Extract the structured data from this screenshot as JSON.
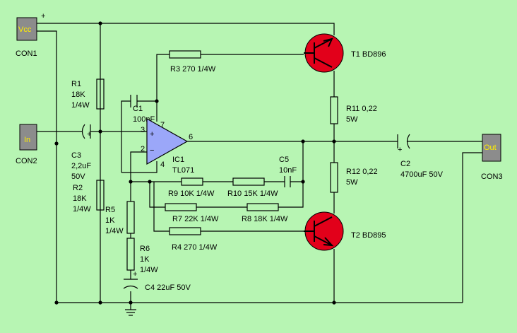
{
  "colors": {
    "background": "#b7f5b3",
    "connector_body": "#8c8c8c",
    "connector_text": "#ffee00",
    "transistor": "#e2001a",
    "opamp": "#9ba7f9"
  },
  "connectors": {
    "con1": {
      "body": "Vcc",
      "label": "CON1",
      "pin_mark": "+"
    },
    "con2": {
      "body": "In",
      "label": "CON2"
    },
    "con3": {
      "body": "Out",
      "label": "CON3"
    }
  },
  "opamp": {
    "name": "IC1",
    "part": "TL071",
    "pin_plus": "3",
    "pin_minus": "2",
    "pin_out": "6",
    "pin_vplus": "7",
    "pin_vminus": "4",
    "sym_plus": "+",
    "sym_minus": "−"
  },
  "transistors": {
    "t1": "T1 BD896",
    "t2": "T2 BD895"
  },
  "resistors": {
    "r1": {
      "name": "R1",
      "value": "18K",
      "rating": "1/4W"
    },
    "r2": {
      "name": "R2",
      "value": "18K",
      "rating": "1/4W"
    },
    "r3": "R3 270 1/4W",
    "r4": "R4 270 1/4W",
    "r5": {
      "name": "R5",
      "value": "1K",
      "rating": "1/4W"
    },
    "r6": {
      "name": "R6",
      "value": "1K",
      "rating": "1/4W"
    },
    "r7": "R7 22K 1/4W",
    "r8": "R8 18K 1/4W",
    "r9": "R9 10K 1/4W",
    "r10": "R10 15K 1/4W",
    "r11": {
      "name": "R11 0,22",
      "rating": "5W"
    },
    "r12": {
      "name": "R12 0,22",
      "rating": "5W"
    }
  },
  "capacitors": {
    "c1": {
      "name": "C1",
      "value": "100nF"
    },
    "c2": {
      "name": "C2",
      "value": "4700uF 50V",
      "pol": "+"
    },
    "c3": {
      "name": "C3",
      "value": "2,2uF",
      "rating": "50V",
      "pol": "+"
    },
    "c4": {
      "text": "C4 22uF 50V",
      "pol": "+"
    },
    "c5": {
      "name": "C5",
      "value": "10nF"
    }
  }
}
